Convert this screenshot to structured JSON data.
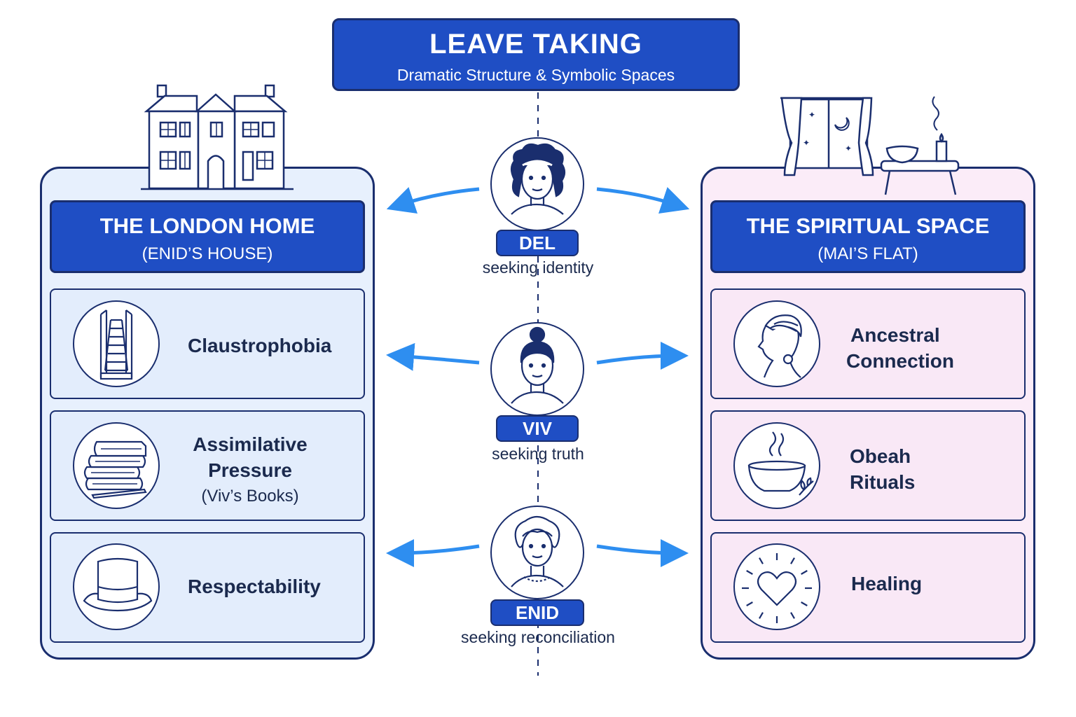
{
  "title": {
    "main": "LEAVE TAKING",
    "subtitle": "Dramatic Structure & Symbolic Spaces"
  },
  "left_panel": {
    "title": "THE LONDON HOME",
    "subtitle": "(ENID’S HOUSE)",
    "icon": "house-icon",
    "items": [
      {
        "label": "Claustrophobia",
        "icon": "narrow-staircase-icon"
      },
      {
        "label_line1": "Assimilative",
        "label_line2": "Pressure",
        "sub": "(Viv’s Books)",
        "icon": "books-icon"
      },
      {
        "label": "Respectability",
        "icon": "top-hat-icon"
      }
    ]
  },
  "right_panel": {
    "title": "THE SPIRITUAL SPACE",
    "subtitle": "(MAI’S FLAT)",
    "icon": "window-altar-icon",
    "items": [
      {
        "label_line1": "Ancestral",
        "label_line2": "Connection",
        "icon": "headwrap-woman-icon"
      },
      {
        "label_line1": "Obeah",
        "label_line2": "Rituals",
        "icon": "steaming-bowl-icon"
      },
      {
        "label": "Healing",
        "icon": "glowing-heart-icon"
      }
    ]
  },
  "characters": [
    {
      "name": "DEL",
      "desc": "seeking identity",
      "icon": "curly-hair-woman-icon"
    },
    {
      "name": "VIV",
      "desc": "seeking truth",
      "icon": "bun-hair-girl-icon"
    },
    {
      "name": "ENID",
      "desc": "seeking reconciliation",
      "icon": "older-woman-icon"
    }
  ],
  "colors": {
    "primary": "#1f4ec4",
    "outline": "#1a2e6e",
    "arrow": "#2e8ef0",
    "left_bg": "#e7f0fd",
    "right_bg": "#fbecf8"
  }
}
